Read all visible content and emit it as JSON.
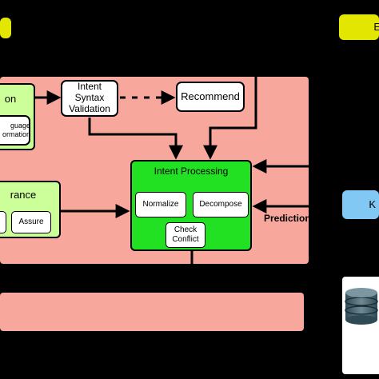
{
  "top": {
    "right_tab_label": "E"
  },
  "left_green_box": {
    "title": "on",
    "subbox_line1": "guage",
    "subbox_line2": "ormation"
  },
  "assurance_box": {
    "title": "rance",
    "assure_label": "Assure"
  },
  "intent_syntax_validation": {
    "label_line1": "Intent",
    "label_line2": "Syntax",
    "label_line3": "Validation"
  },
  "recommend": {
    "label": "Recommend"
  },
  "intent_processing": {
    "title": "Intent Processing",
    "normalize": "Normalize",
    "decompose": "Decompose",
    "check_line1": "Check",
    "check_line2": "Conflict"
  },
  "prediction_label": "Prediction",
  "right_blue_box": {
    "label": "K"
  },
  "colors": {
    "background": "#000000",
    "yellow": "#e2e600",
    "salmon": "#f7a79c",
    "light_green": "#ccff99",
    "bright_green": "#22e022",
    "light_blue": "#82c8f5"
  }
}
